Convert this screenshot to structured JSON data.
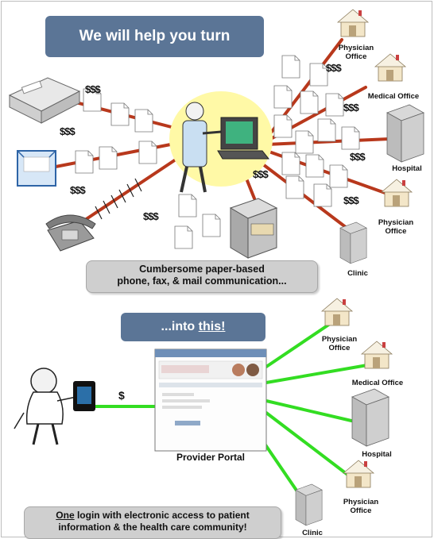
{
  "top": {
    "banner": "We will help you turn",
    "caption_line1": "Cumbersome paper-based",
    "caption_line2": "phone, fax, & mail communication..."
  },
  "bottom": {
    "banner_prefix": "...into ",
    "banner_emph": "this!",
    "portal_label": "Provider Portal",
    "caption_emph": "One",
    "caption_line1_rest": " login with electronic access to patient",
    "caption_line2": "information & the health care community!",
    "dollar": "$"
  },
  "destinations_top": [
    {
      "line1": "Physician",
      "line2": "Office"
    },
    {
      "line1": "Medical Office",
      "line2": ""
    },
    {
      "line1": "Hospital",
      "line2": ""
    },
    {
      "line1": "Physician",
      "line2": "Office"
    },
    {
      "line1": "Clinic",
      "line2": ""
    }
  ],
  "destinations_bottom": [
    {
      "line1": "Physician",
      "line2": "Office"
    },
    {
      "line1": "Medical Office",
      "line2": ""
    },
    {
      "line1": "Hospital",
      "line2": ""
    },
    {
      "line1": "Physician",
      "line2": "Office"
    },
    {
      "line1": "Clinic",
      "line2": ""
    }
  ],
  "dollar_cluster": "$$$",
  "colors": {
    "banner": "#5b7596",
    "paper_line": "#c0392b",
    "digital_line": "#33dd22"
  }
}
